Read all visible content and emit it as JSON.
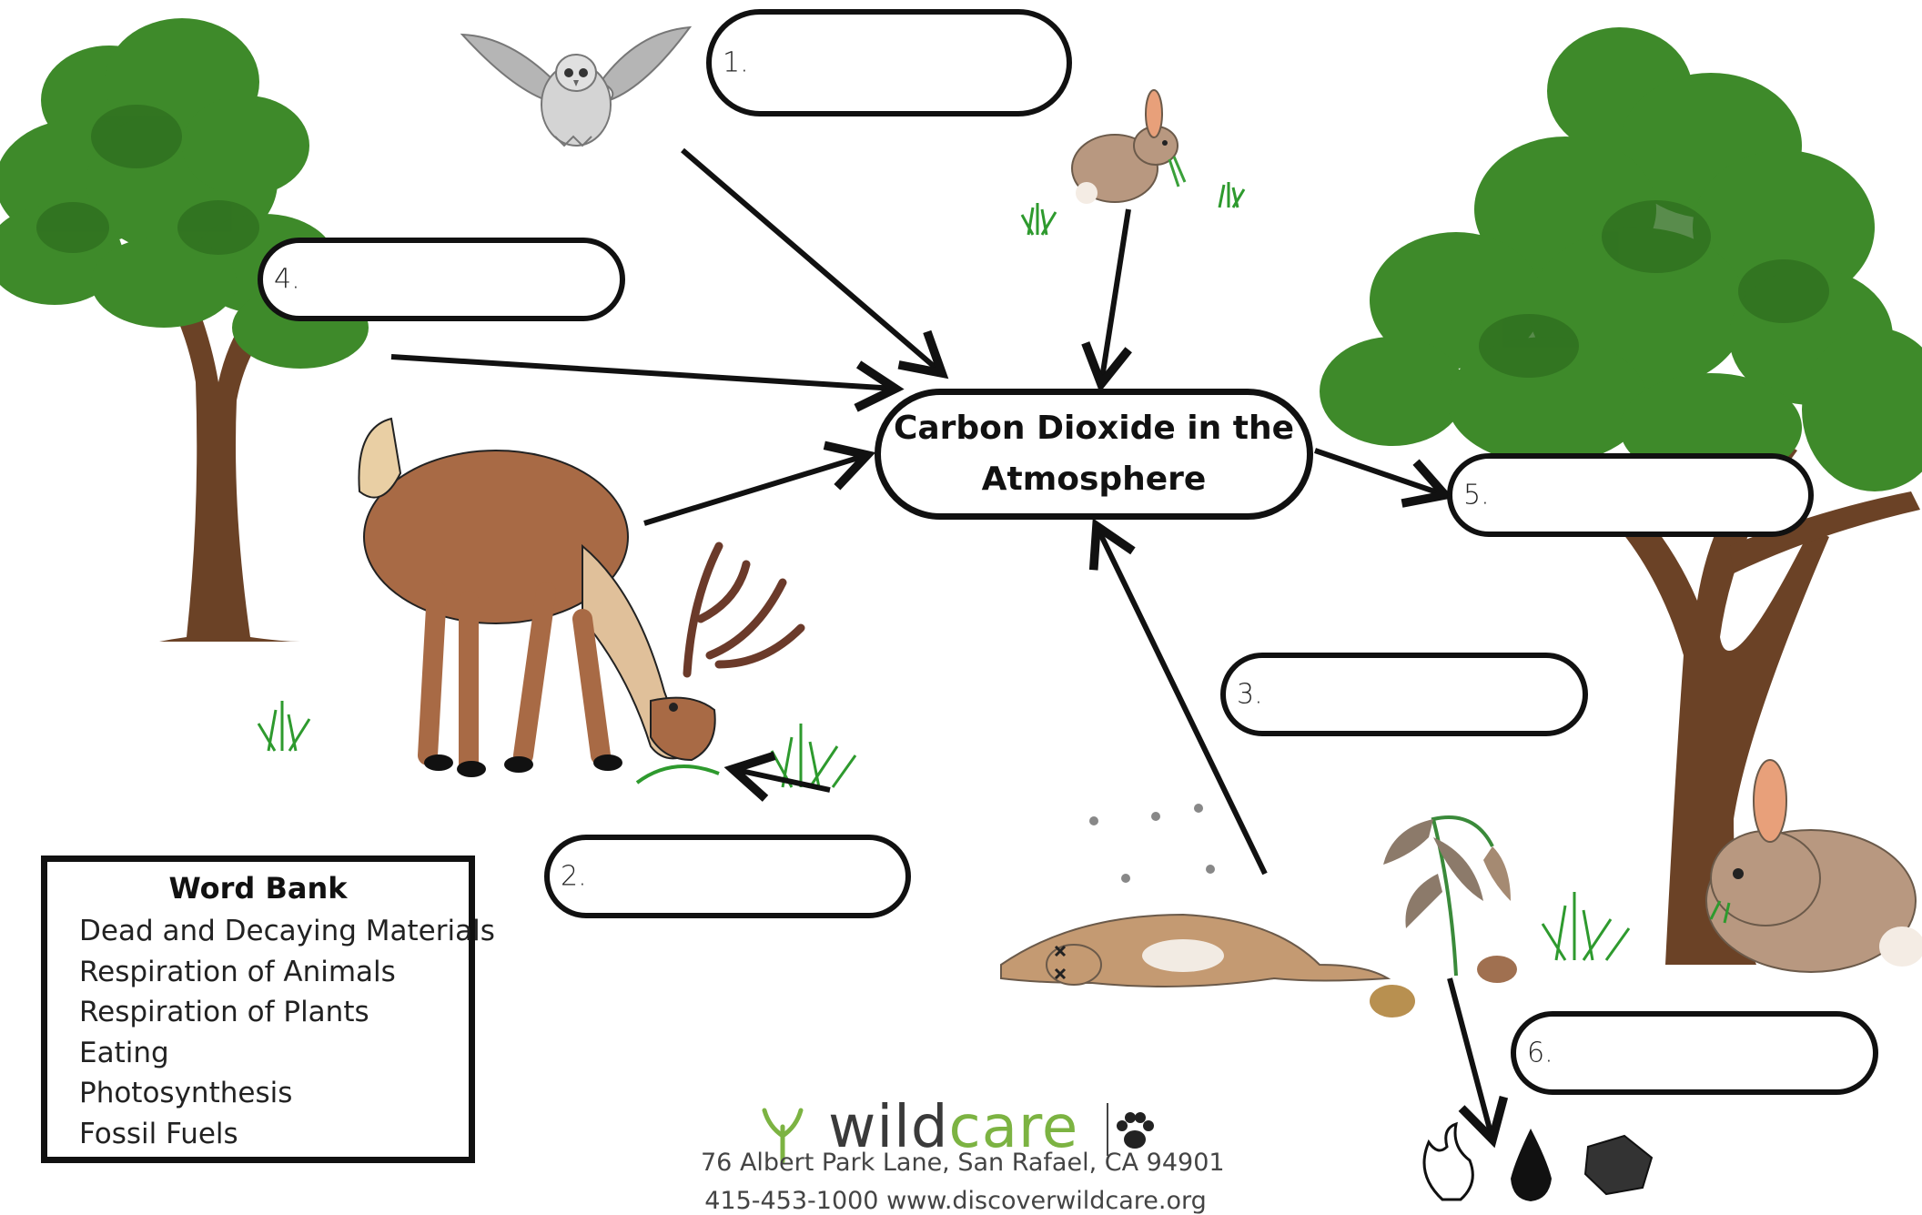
{
  "center": {
    "line1": "Carbon Dioxide in the",
    "line2": "Atmosphere"
  },
  "blanks": [
    {
      "number": "1."
    },
    {
      "number": "2."
    },
    {
      "number": "3."
    },
    {
      "number": "4."
    },
    {
      "number": "5."
    },
    {
      "number": "6."
    }
  ],
  "word_bank": {
    "title": "Word Bank",
    "items": [
      "Dead and Decaying Materials",
      "Respiration of Animals",
      "Respiration of Plants",
      "Eating",
      "Photosynthesis",
      "Fossil Fuels"
    ]
  },
  "footer": {
    "logo_prefix": "wild",
    "logo_highlight": "care",
    "address": "76 Albert Park Lane, San Rafael, CA 94901",
    "contact": "415-453-1000 www.discoverwildcare.org"
  },
  "icons": [
    "owl-icon",
    "rabbit-icon",
    "deer-icon",
    "tree-icon",
    "grass-icon",
    "dead-rabbit-icon",
    "wilted-plant-icon",
    "flame-icon",
    "oil-drop-icon",
    "coal-icon",
    "paw-icon",
    "wildcare-sprout-icon"
  ],
  "colors": {
    "tree": "#3e8a2a",
    "trunk": "#6b4226",
    "deer": "#a86a45",
    "rabbit": "#b89880",
    "arrow": "#111111"
  }
}
